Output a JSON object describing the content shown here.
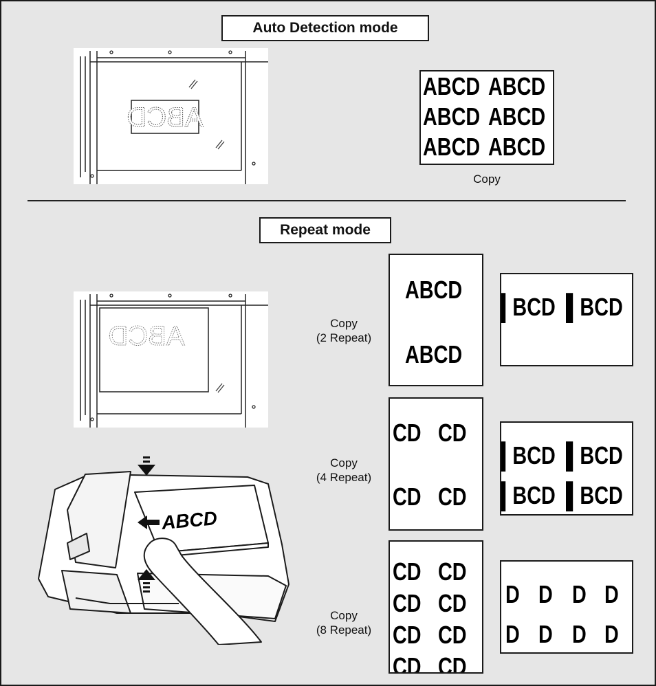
{
  "sections": {
    "auto_detection": {
      "title": "Auto Detection mode"
    },
    "repeat": {
      "title": "Repeat mode"
    }
  },
  "original_text": "ABCD",
  "auto_copy": {
    "caption": "Copy",
    "rows": [
      [
        "ABCD",
        "ABCD"
      ],
      [
        "ABCD",
        "ABCD"
      ],
      [
        "ABCD",
        "ABCD"
      ]
    ]
  },
  "repeat_copies": [
    {
      "caption_line1": "Copy",
      "caption_line2": "(2 Repeat)",
      "portrait": [
        "ABCD",
        "ABCD"
      ],
      "landscape": [
        "▌BCD",
        "▌BCD"
      ]
    },
    {
      "caption_line1": "Copy",
      "caption_line2": "(4 Repeat)",
      "portrait": [
        "CD",
        "CD",
        "CD",
        "CD"
      ],
      "landscape": [
        "▌BCD",
        "▌BCD",
        "▌BCD",
        "▌BCD"
      ]
    },
    {
      "caption_line1": "Copy",
      "caption_line2": "(8 Repeat)",
      "portrait": [
        "CD",
        "CD",
        "CD",
        "CD",
        "CD",
        "CD",
        "CD",
        "CD"
      ],
      "landscape": [
        "D",
        "D",
        "D",
        "D",
        "D",
        "D",
        "D",
        "D"
      ]
    }
  ],
  "adf_sheet_text": "ABCD"
}
